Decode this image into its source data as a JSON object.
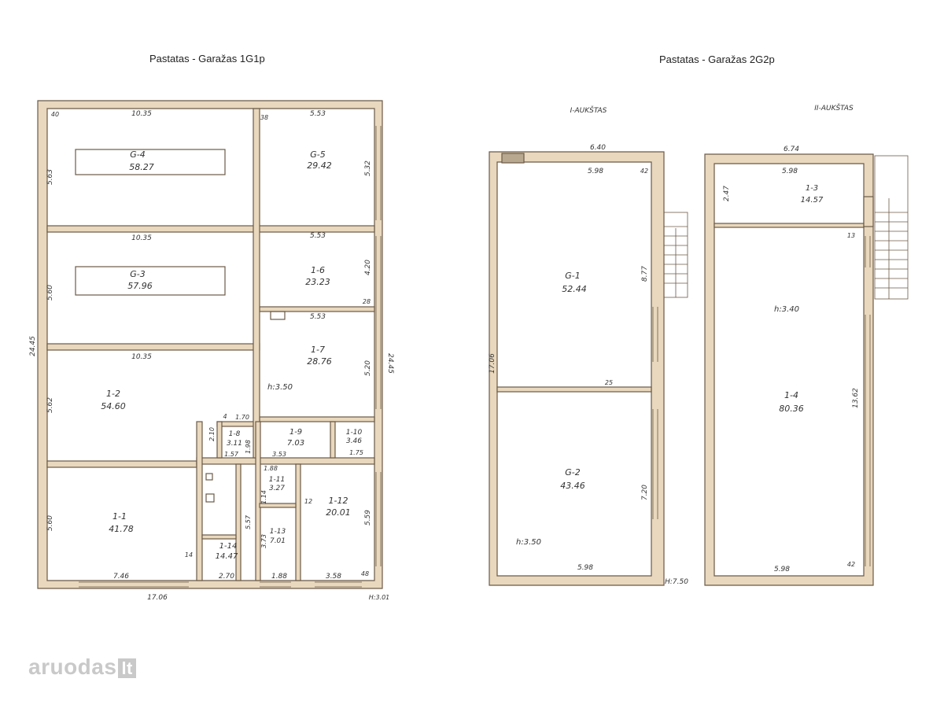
{
  "titles": {
    "left": "Pastatas - Garažas 1G1p",
    "right": "Pastatas - Garažas 2G2p"
  },
  "floors": {
    "first": "I-AUKŠTAS",
    "second": "II-AUKŠTAS"
  },
  "plan1": {
    "rooms": [
      {
        "id": "G-4",
        "area": "58.27"
      },
      {
        "id": "G-5",
        "area": "29.42"
      },
      {
        "id": "G-3",
        "area": "57.96"
      },
      {
        "id": "1-6",
        "area": "23.23"
      },
      {
        "id": "1-7",
        "area": "28.76"
      },
      {
        "id": "1-2",
        "area": "54.60"
      },
      {
        "id": "1-8",
        "area": "3.11"
      },
      {
        "id": "1-9",
        "area": "7.03"
      },
      {
        "id": "1-10",
        "area": "3.46"
      },
      {
        "id": "1-1",
        "area": "41.78"
      },
      {
        "id": "1-11",
        "area": "3.27"
      },
      {
        "id": "1-12",
        "area": "20.01"
      },
      {
        "id": "1-13",
        "area": "7.01"
      },
      {
        "id": "1-14",
        "area": "14.47"
      }
    ],
    "dims": {
      "top_left": "10.35",
      "top_right": "5.53",
      "mid_left": "10.35",
      "mid_right": "5.53",
      "low_left": "10.35",
      "low_right": "5.53",
      "bottom_total": "17.06",
      "side_total": "24.45",
      "g4_h": "5.63",
      "g3_h": "5.60",
      "r12_h": "5.62",
      "r11_h": "5.60",
      "g5_h": "5.32",
      "r16_h": "4.20",
      "r17_h": "5.20",
      "r112_h": "5.59",
      "bottom_a": "7.46",
      "bottom_b": "2.70",
      "bottom_c": "1.88",
      "bottom_d": "3.58",
      "right_total": "24.45",
      "c1": "1.70",
      "c2": "3.53",
      "c3": "1.75",
      "c4": "1.98",
      "c5": "1.57",
      "c6": "1.88",
      "c7": "1.14",
      "c8": "3.73",
      "c9": "5.57",
      "c10": "2.10",
      "w40": "40",
      "w38": "38",
      "w28": "28",
      "w12": "12",
      "w14": "14",
      "w48": "48",
      "w4": "4",
      "height1": "h:3.50",
      "hcorner": "H:3.01"
    }
  },
  "plan2": {
    "rooms": [
      {
        "id": "G-1",
        "area": "52.44"
      },
      {
        "id": "G-2",
        "area": "43.46"
      },
      {
        "id": "1-3",
        "area": "14.57"
      },
      {
        "id": "1-4",
        "area": "80.36"
      }
    ],
    "dims": {
      "f1_top": "6.40",
      "f1_inner": "5.98",
      "f1_w42": "42",
      "f1_g1_h": "8.77",
      "f1_side": "17.06",
      "f1_g2_h": "7.20",
      "f1_w25": "25",
      "f1_bottom": "5.98",
      "f1_h": "h:3.50",
      "f1_corner": "H:7.50",
      "f2_top": "6.74",
      "f2_inner": "5.98",
      "f2_13_h": "2.47",
      "f2_w13": "13",
      "f2_h": "h:3.40",
      "f2_14_h": "13.62",
      "f2_bottom": "5.98",
      "f2_w42": "42"
    }
  },
  "watermark": {
    "name": "aruodas",
    "tld": "lt"
  }
}
